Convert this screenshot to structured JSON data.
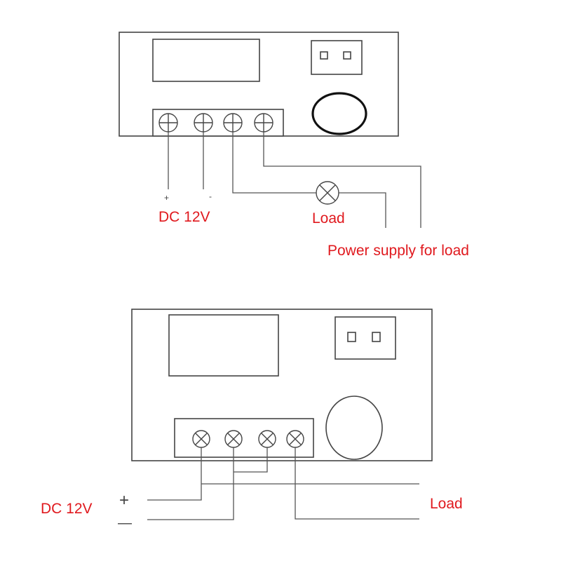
{
  "colors": {
    "label": "#e0191e",
    "line": "#555555"
  },
  "top_diagram": {
    "plus_sign": "+",
    "minus_sign": "-",
    "dc_label": "DC 12V",
    "load_label": "Load",
    "power_supply_label": "Power supply for load"
  },
  "bottom_diagram": {
    "plus_sign": "+",
    "minus_sign": "—",
    "dc_label": "DC 12V",
    "load_label": "Load"
  }
}
